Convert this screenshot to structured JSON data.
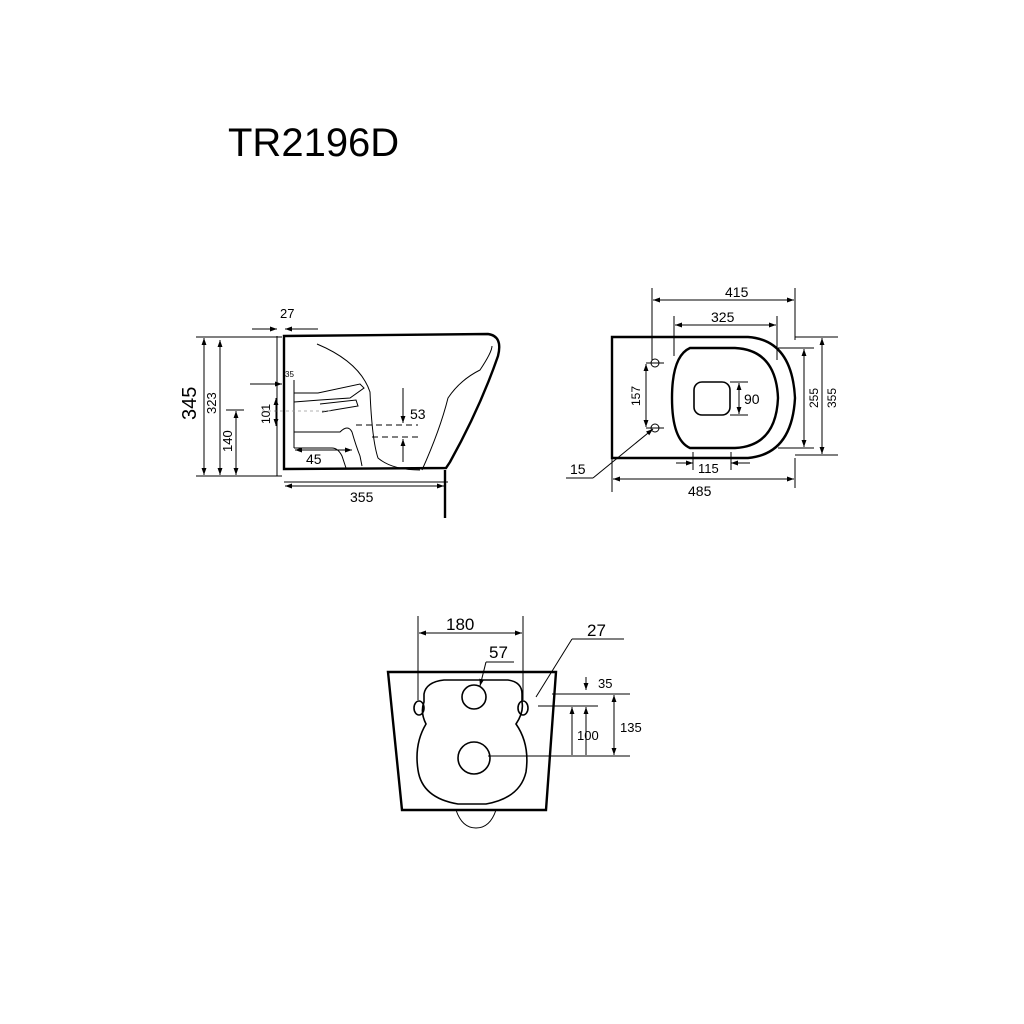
{
  "title": "TR2196D",
  "side_view": {
    "dims": {
      "height_total": "345",
      "height_323": "323",
      "height_140": "140",
      "outlet_101": "101",
      "inlet_35": "35",
      "wall_27": "27",
      "outlet_45": "45",
      "drop_53": "53",
      "length_355": "355"
    }
  },
  "top_view": {
    "dims": {
      "length_415": "415",
      "length_325": "325",
      "width_157": "157",
      "bowl_90": "90",
      "width_255": "255",
      "width_355": "355",
      "corner_15": "15",
      "seat_115": "115",
      "length_485": "485"
    }
  },
  "back_view": {
    "dims": {
      "spacing_180": "180",
      "hole_57": "57",
      "hole_27": "27",
      "offset_35": "35",
      "offset_100": "100",
      "offset_135": "135"
    }
  }
}
